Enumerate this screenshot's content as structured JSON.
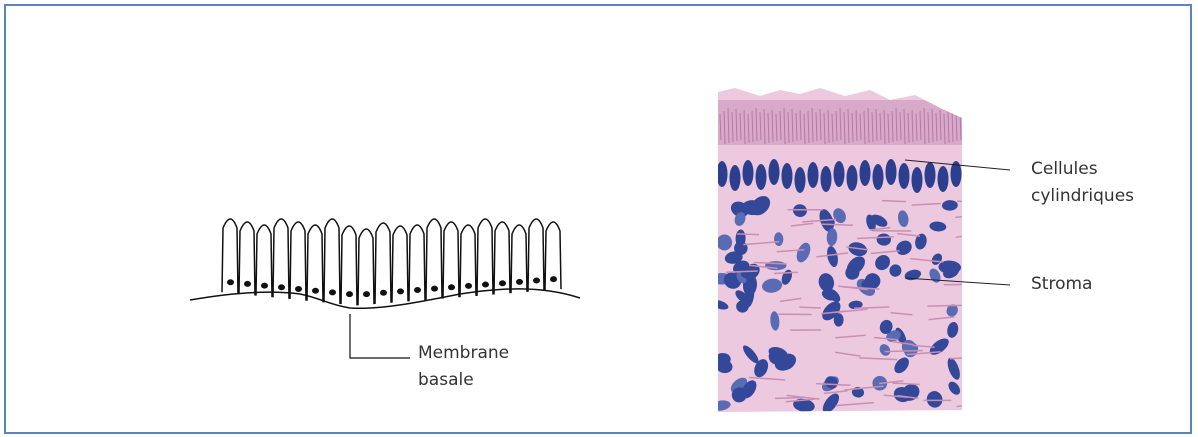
{
  "labels": {
    "membrane_line1": "Membrane",
    "membrane_line2": "basale",
    "cellules_line1": "Cellules",
    "cellules_line2": "cylindriques",
    "stroma": "Stroma"
  },
  "colors": {
    "frame": "#5b83bf",
    "stain_background": "#e9c6dd",
    "nucleus": "#2c3f8e",
    "text": "#333333"
  }
}
